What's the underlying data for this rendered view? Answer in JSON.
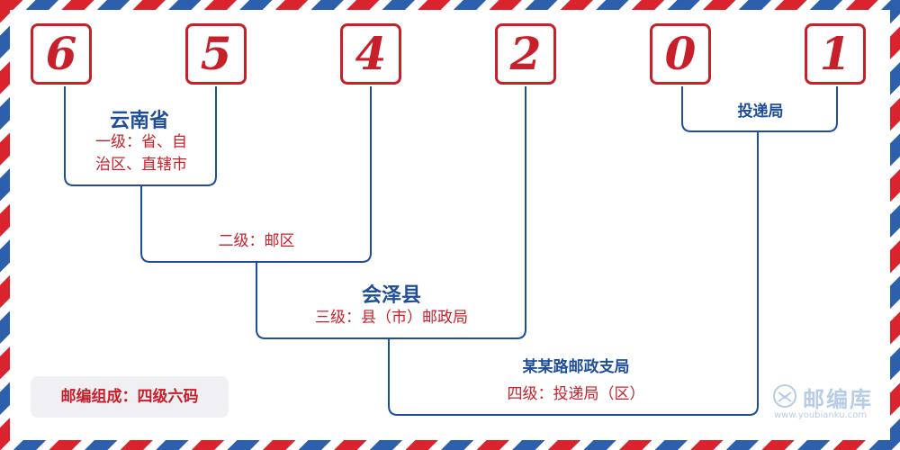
{
  "digits": [
    "6",
    "5",
    "4",
    "2",
    "0",
    "1"
  ],
  "level1": {
    "title": "云南省",
    "desc_line1": "一级：省、自",
    "desc_line2": "治区、直辖市"
  },
  "level2": {
    "desc": "二级：邮区"
  },
  "level3": {
    "title": "会泽县",
    "desc": "三级：县（市）邮政局"
  },
  "level4": {
    "title": "某某路邮政支局",
    "desc": "四级：投递局（区）"
  },
  "delivery": {
    "title": "投递局"
  },
  "summary": {
    "text": "邮编组成：四级六码"
  },
  "logo": {
    "name": "邮编库",
    "url": "www.youbianku.com"
  },
  "colors": {
    "red": "#c8202a",
    "blue": "#1f4e97",
    "stripe_red": "#d9232d",
    "stripe_blue": "#2c60ad"
  }
}
